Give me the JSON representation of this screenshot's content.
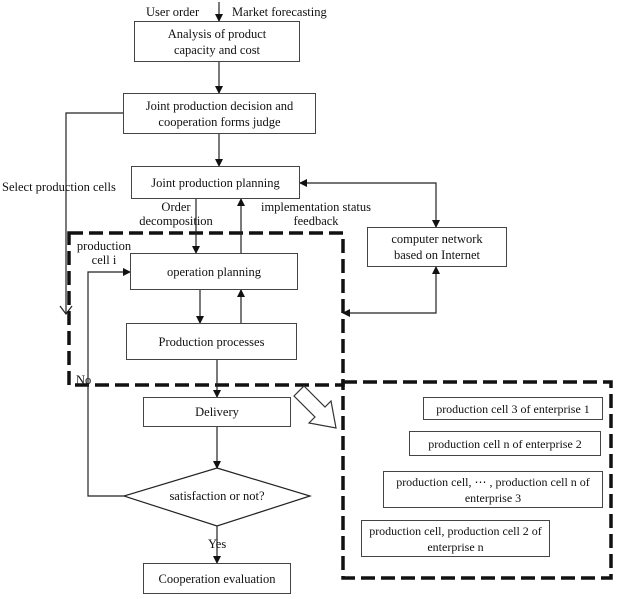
{
  "inputs": {
    "user_order": "User order",
    "market_forecasting": "Market forecasting"
  },
  "boxes": {
    "analysis": "Analysis of product capacity and cost",
    "joint_decision": "Joint production decision and cooperation forms judge",
    "joint_planning": "Joint production planning",
    "operation_planning": "operation planning",
    "production_processes": "Production processes",
    "delivery": "Delivery",
    "satisfaction": "satisfaction or not?",
    "cooperation_evaluation": "Cooperation evaluation",
    "computer_network": "computer network based on Internet"
  },
  "labels": {
    "select_cells": "Select production cells",
    "order_decomposition": "Order decomposition",
    "implementation_feedback": "implementation status feedback",
    "production_cell_i": "production cell i",
    "no": "No",
    "yes": "Yes"
  },
  "enterprise_cells": [
    "production cell 3 of enterprise 1",
    "production cell n of enterprise 2",
    "production cell, ⋯ , production cell n of enterprise 3",
    "production cell, production cell 2 of enterprise n"
  ]
}
